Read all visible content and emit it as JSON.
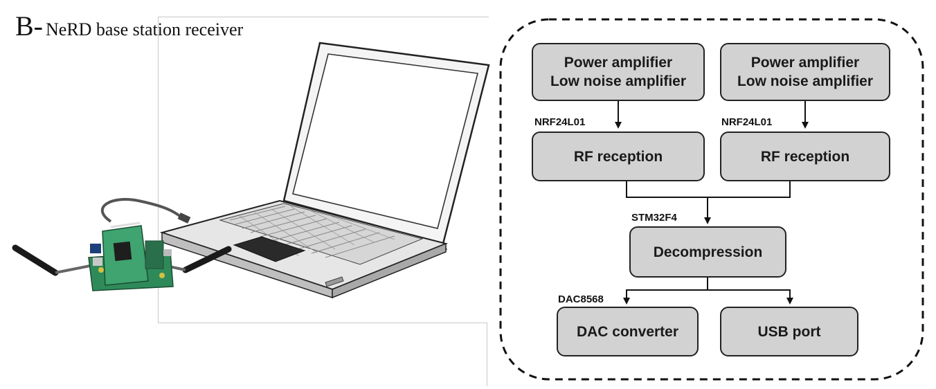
{
  "figure": {
    "letter": "B-",
    "title": "NeRD base station receiver"
  },
  "illustration": {
    "items": [
      "laptop",
      "receiver-board",
      "antenna",
      "usb-cable"
    ]
  },
  "diagram": {
    "boxes": {
      "amp_left_line1": "Power amplifier",
      "amp_left_line2": "Low noise amplifier",
      "amp_right_line1": "Power amplifier",
      "amp_right_line2": "Low noise amplifier",
      "rf_left": "RF reception",
      "rf_right": "RF reception",
      "decompression": "Decompression",
      "dac": "DAC converter",
      "usb": "USB port"
    },
    "chips": {
      "nrf_left": "NRF24L01",
      "nrf_right": "NRF24L01",
      "stm": "STM32F4",
      "dac_chip": "DAC8568"
    },
    "connections": [
      [
        "Power amplifier / Low noise amplifier",
        "RF reception"
      ],
      [
        "Power amplifier / Low noise amplifier",
        "RF reception"
      ],
      [
        "RF reception",
        "Decompression"
      ],
      [
        "RF reception",
        "Decompression"
      ],
      [
        "Decompression",
        "DAC converter"
      ],
      [
        "Decompression",
        "USB port"
      ]
    ]
  },
  "colors": {
    "box_fill": "#d2d2d2",
    "box_border": "#222222",
    "board": "#2f8a5a"
  }
}
